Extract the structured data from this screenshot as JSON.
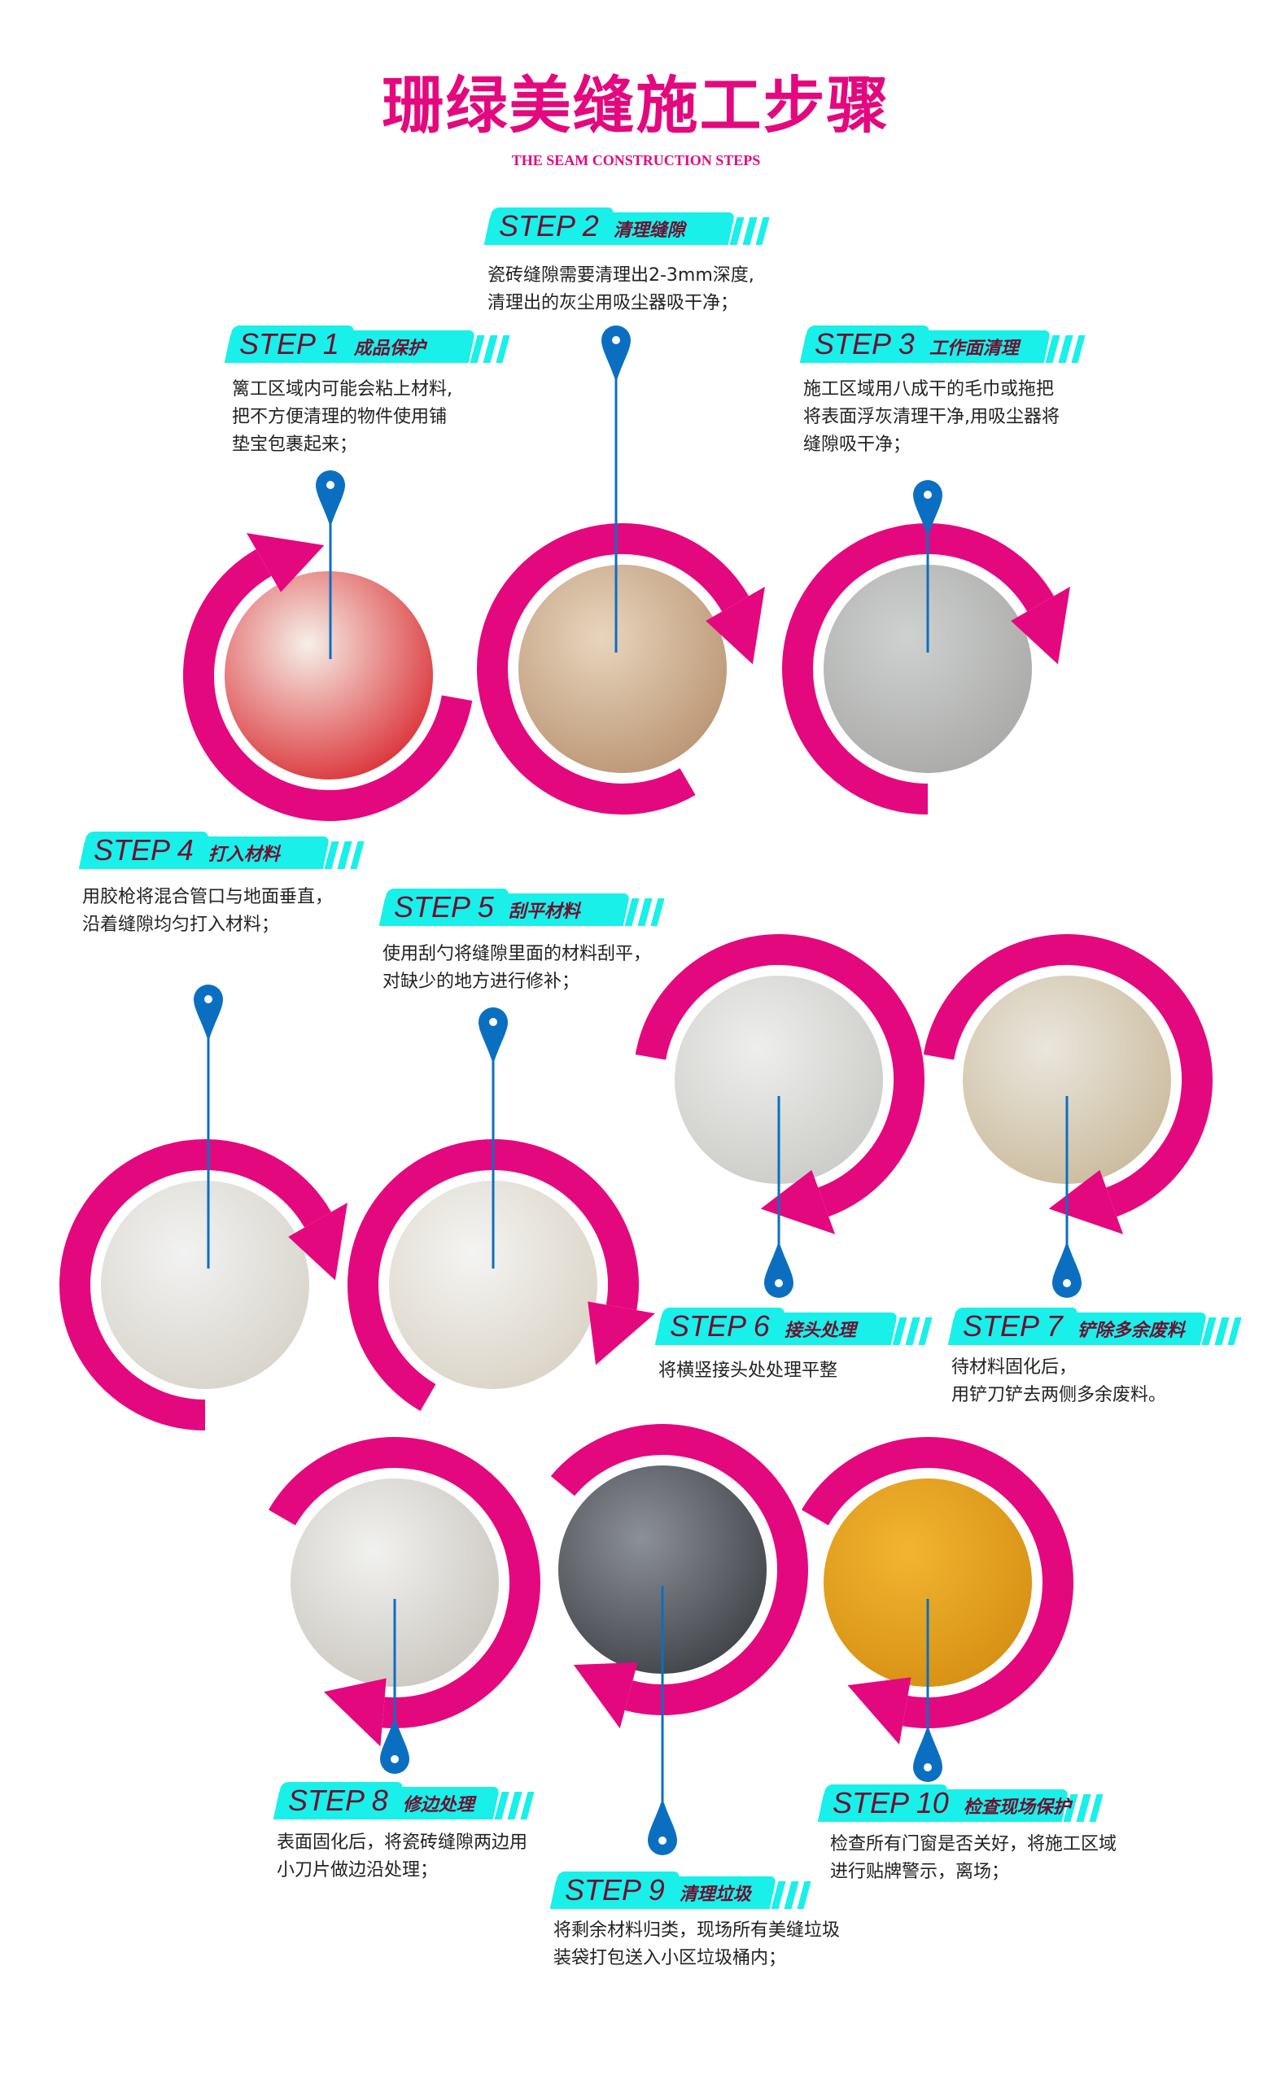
{
  "header": {
    "title": "珊绿美缝施工步骤",
    "subtitle": "THE SEAM CONSTRUCTION STEPS"
  },
  "colors": {
    "ring": "#e4087f",
    "banner": "#19f0ea",
    "pin": "#0b6fc1",
    "step_text": "#6e1030"
  },
  "steps": [
    {
      "label": "STEP 1",
      "name": "成品保护",
      "lines": [
        "篱工区域内可能会粘上材料,",
        "把不方便清理的物件使用铺",
        "垫宝包裹起来；"
      ]
    },
    {
      "label": "STEP 2",
      "name": "清理缝隙",
      "lines": [
        "瓷砖缝隙需要清理出2-3mm深度,",
        "清理出的灰尘用吸尘器吸干净；"
      ]
    },
    {
      "label": "STEP 3",
      "name": "工作面清理",
      "lines": [
        "施工区域用八成干的毛巾或拖把",
        "将表面浮灰清理干净,用吸尘器将",
        "缝隙吸干净；"
      ]
    },
    {
      "label": "STEP 4",
      "name": "打入材料",
      "lines": [
        "用胶枪将混合管口与地面垂直，",
        "沿着缝隙均匀打入材料；"
      ]
    },
    {
      "label": "STEP 5",
      "name": "刮平材料",
      "lines": [
        "使用刮勺将缝隙里面的材料刮平，",
        "对缺少的地方进行修补；"
      ]
    },
    {
      "label": "STEP 6",
      "name": "接头处理",
      "lines": [
        "将横竖接头处处理平整"
      ]
    },
    {
      "label": "STEP 7",
      "name": "铲除多余废料",
      "lines": [
        "待材料固化后，",
        "用铲刀铲去两侧多余废料。"
      ]
    },
    {
      "label": "STEP 8",
      "name": "修边处理",
      "lines": [
        "表面固化后，将瓷砖缝隙两边用",
        "小刀片做边沿处理；"
      ]
    },
    {
      "label": "STEP  9",
      "name": "清理垃圾",
      "lines": [
        "将剩余材料归类，现场所有美缝垃圾",
        "装袋打包送入小区垃圾桶内；"
      ]
    },
    {
      "label": "STEP 10",
      "name": "检查现场保护",
      "lines": [
        "检查所有门窗是否关好，将施工区域",
        "进行贴牌警示，离场；"
      ]
    }
  ]
}
